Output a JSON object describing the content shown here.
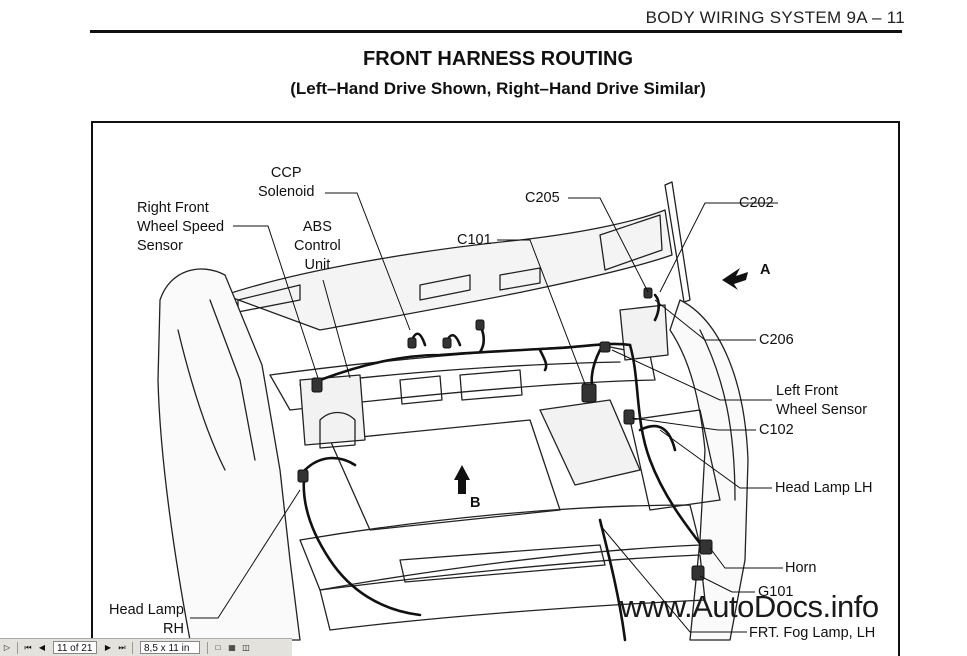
{
  "header": {
    "section": "BODY WIRING SYSTEM 9A – 11"
  },
  "title": "FRONT HARNESS ROUTING",
  "subtitle": "(Left–Hand Drive Shown, Right–Hand Drive Similar)",
  "labels": {
    "ccp_solenoid_1": "CCP",
    "ccp_solenoid_2": "Solenoid",
    "rf_wheel_1": "Right Front",
    "rf_wheel_2": "Wheel Speed",
    "rf_wheel_3": "Sensor",
    "abs_1": "ABS",
    "abs_2": "Control",
    "abs_3": "Unit",
    "c205": "C205",
    "c202": "C202",
    "c101": "C101",
    "arrow_a": "A",
    "c206": "C206",
    "lf_wheel_1": "Left Front",
    "lf_wheel_2": "Wheel Sensor",
    "c102": "C102",
    "head_lamp_lh": "Head Lamp LH",
    "arrow_b": "B",
    "horn": "Horn",
    "g101": "G101",
    "head_lamp_rh_1": "Head Lamp",
    "head_lamp_rh_2": "RH",
    "frt_fog_lamp_lh": "FRT. Fog Lamp, LH"
  },
  "watermark": "www.AutoDocs.info",
  "toolbar": {
    "page_indicator": "11 of 21",
    "page_size": "8,5 x 11 in"
  }
}
